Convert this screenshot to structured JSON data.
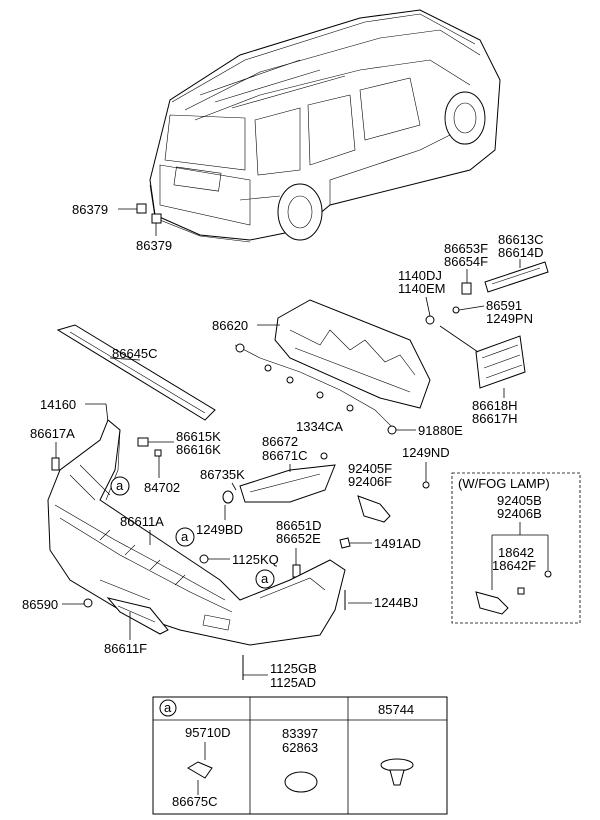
{
  "labels": {
    "p86379a": "86379",
    "p86379b": "86379",
    "p86613c": "86613C",
    "p86614d": "86614D",
    "p86653f": "86653F",
    "p86654f": "86654F",
    "p1140dj": "1140DJ",
    "p1140em": "1140EM",
    "p86591": "86591",
    "p1249pn": "1249PN",
    "p86620": "86620",
    "p86645c": "86645C",
    "p86618h": "86618H",
    "p86617h": "86617H",
    "p14160": "14160",
    "p86617a": "86617A",
    "p86615k": "86615K",
    "p86616k": "86616K",
    "p1334ca": "1334CA",
    "p91880e": "91880E",
    "p86672": "86672",
    "p86671c": "86671C",
    "p84702": "84702",
    "p86735k": "86735K",
    "p92405f": "92405F",
    "p92406f": "92406F",
    "p1249nd": "1249ND",
    "p86611a": "86611A",
    "p1249bd": "1249BD",
    "p86651d": "86651D",
    "p86652e": "86652E",
    "p1491ad": "1491AD",
    "p1125kq": "1125KQ",
    "p86590": "86590",
    "p1244bj": "1244BJ",
    "p86611f": "86611F",
    "p1125gb": "1125GB",
    "p1125ad": "1125AD",
    "fog_title": "(W/FOG LAMP)",
    "p92405b": "92405B",
    "p92406b": "92406B",
    "p18642": "18642",
    "p18642f": "18642F",
    "circle_a": "a"
  },
  "legend": {
    "cell1_marker": "a",
    "cell1_top": "95710D",
    "cell1_bottom": "86675C",
    "cell2_top": "83397",
    "cell2_bottom": "62863",
    "cell3_header": "85744"
  }
}
